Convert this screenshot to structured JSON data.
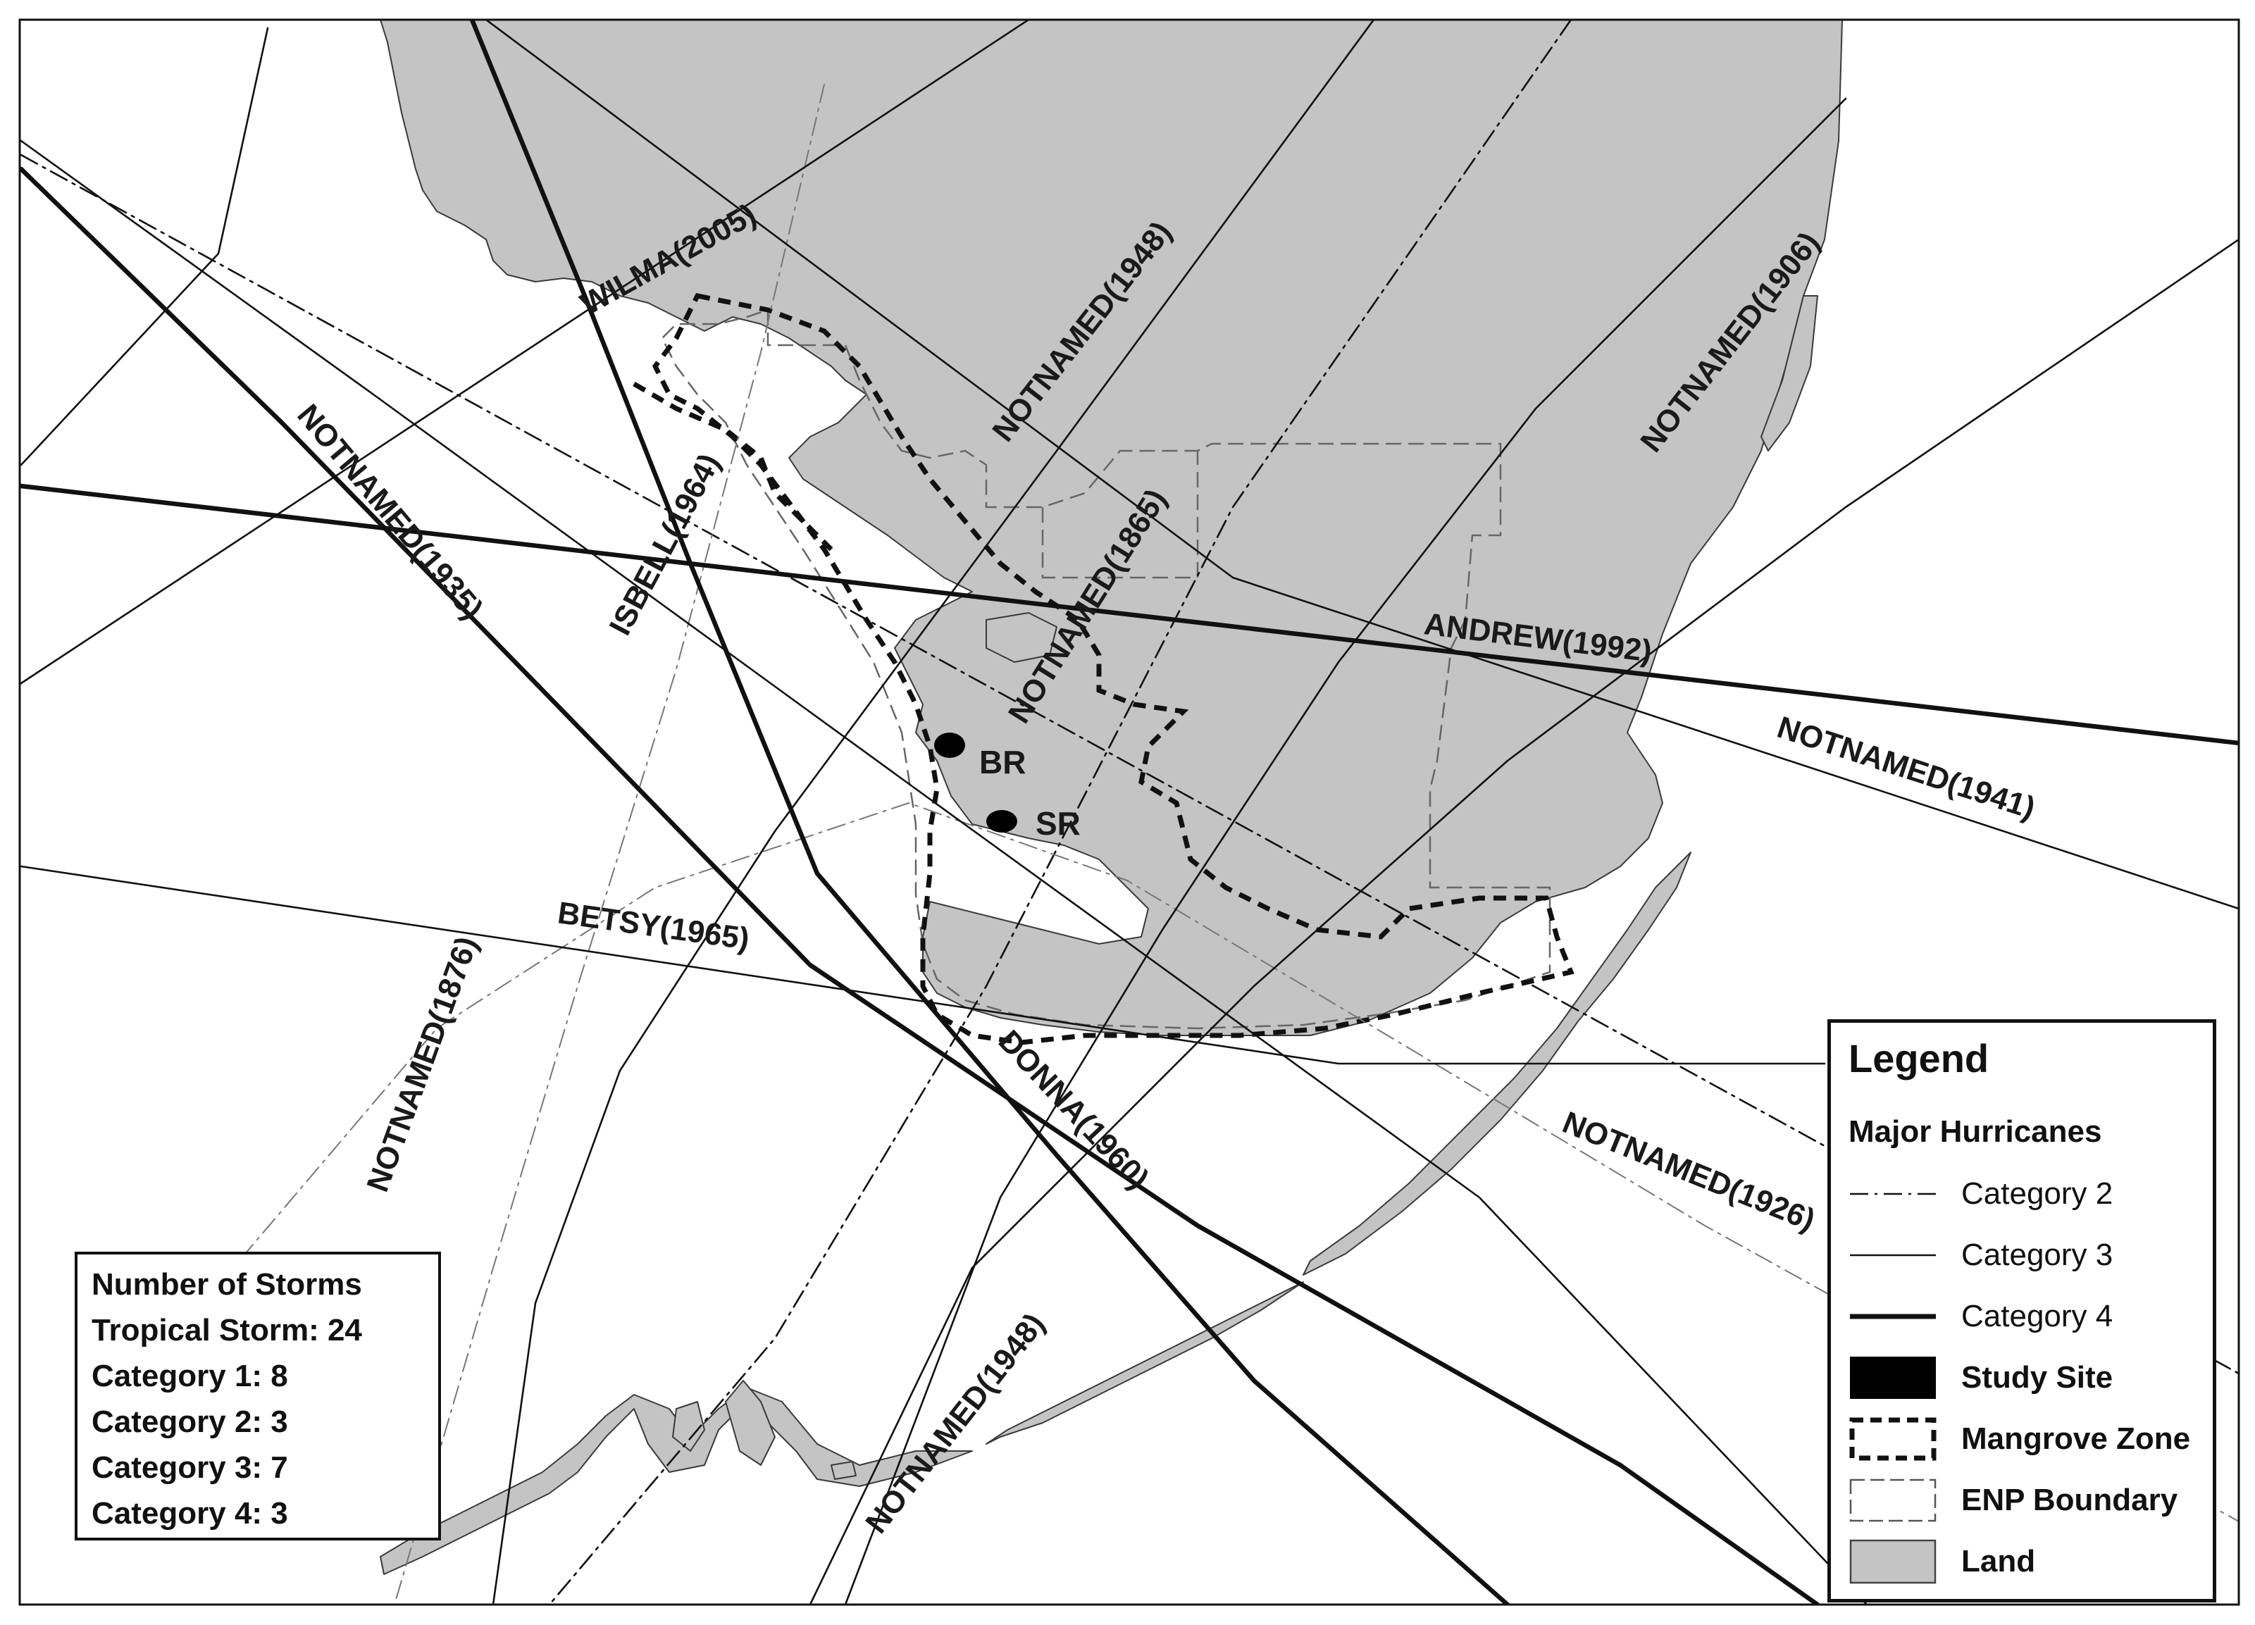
{
  "tracks": {
    "wilma_2005": "WILMA(2005)",
    "notnamed_1948_north": "NOTNAMED(1948)",
    "notnamed_1906": "NOTNAMED(1906)",
    "notnamed_1935": "NOTNAMED(1935)",
    "isbell_1964": "ISBELL(1964)",
    "notnamed_1865": "NOTNAMED(1865)",
    "andrew_1992": "ANDREW(1992)",
    "notnamed_1941": "NOTNAMED(1941)",
    "betsy_1965": "BETSY(1965)",
    "notnamed_1876": "NOTNAMED(1876)",
    "donna_1960": "DONNA(1960)",
    "notnamed_1926": "NOTNAMED(1926)",
    "notnamed_1948_south": "NOTNAMED(1948)"
  },
  "study_sites": {
    "br": "BR",
    "sr": "SR"
  },
  "storm_counts": {
    "title": "Number of Storms",
    "rows": [
      "Tropical Storm: 24",
      "Category 1: 8",
      "Category 2: 3",
      "Category 3: 7",
      "Category 4: 3"
    ]
  },
  "legend": {
    "title": "Legend",
    "subtitle": "Major Hurricanes",
    "items": [
      {
        "label": "Category 2",
        "symbol": "dash-dot-line",
        "bold": false
      },
      {
        "label": "Category 3",
        "symbol": "thin-line",
        "bold": false
      },
      {
        "label": "Category 4",
        "symbol": "thick-line",
        "bold": false
      },
      {
        "label": "Study Site",
        "symbol": "filled-black",
        "bold": true
      },
      {
        "label": "Mangrove Zone",
        "symbol": "thick-dashed-box",
        "bold": true
      },
      {
        "label": "ENP Boundary",
        "symbol": "thin-dashed-box",
        "bold": true
      },
      {
        "label": "Land",
        "symbol": "gray-fill",
        "bold": true
      }
    ]
  },
  "colors": {
    "land": "#c4c4c4",
    "line": "#111111",
    "background": "#ffffff"
  }
}
